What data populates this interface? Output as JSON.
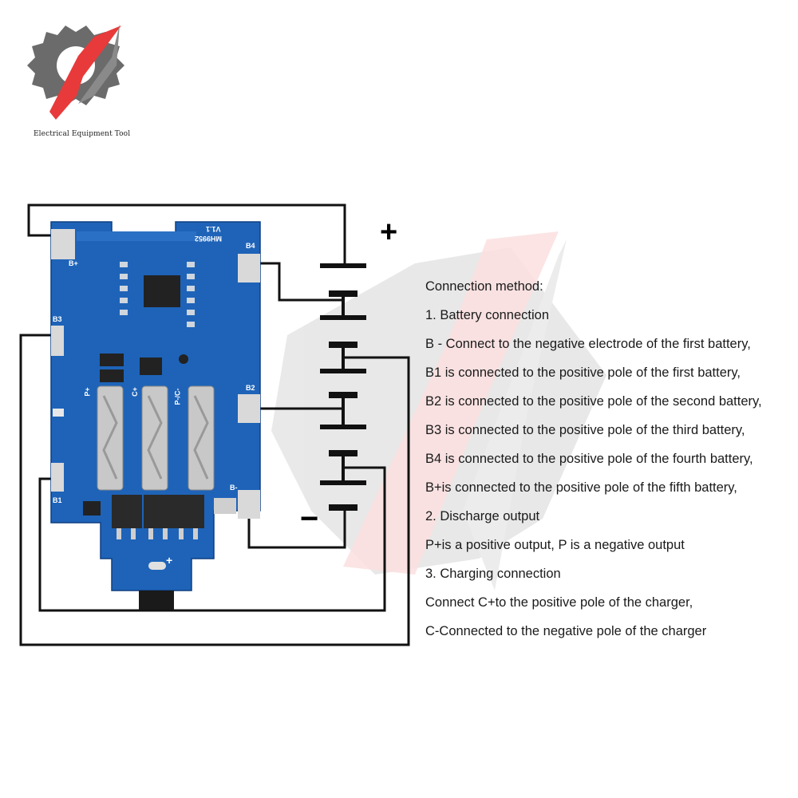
{
  "logo": {
    "caption": "Electrical Equipment Tool",
    "icon": "gear-lightning-logo"
  },
  "board": {
    "version": "V1.1",
    "model": "MH9952",
    "pads": {
      "b_plus": "B+",
      "b1": "B1",
      "b2": "B2",
      "b3": "B3",
      "b4": "B4",
      "b_minus": "B-"
    },
    "outputs": {
      "p_plus": "P+",
      "c_plus": "C+",
      "p_c_minus": "P-/C-"
    },
    "connector_mark": "+",
    "colors": {
      "pcb": "#1e63b8",
      "pad": "#d9d9d9",
      "trace": "#111111"
    }
  },
  "signs": {
    "plus": "+",
    "minus": "−"
  },
  "text_lines": [
    "Connection method:",
    "1. Battery connection",
    "B - Connect to the negative electrode of the first battery,",
    "B1 is connected to the positive pole of the first battery,",
    "B2 is connected to the positive pole of the second battery,",
    "B3 is connected to the positive pole of the third battery,",
    "B4 is connected to the positive pole of the fourth battery,",
    "B+is connected to the positive pole of the fifth battery,",
    "2. Discharge output",
    "P+is a positive output, P is a negative output",
    "3. Charging connection",
    "Connect C+to the positive pole of the charger,",
    "C-Connected to the negative pole of the charger"
  ]
}
